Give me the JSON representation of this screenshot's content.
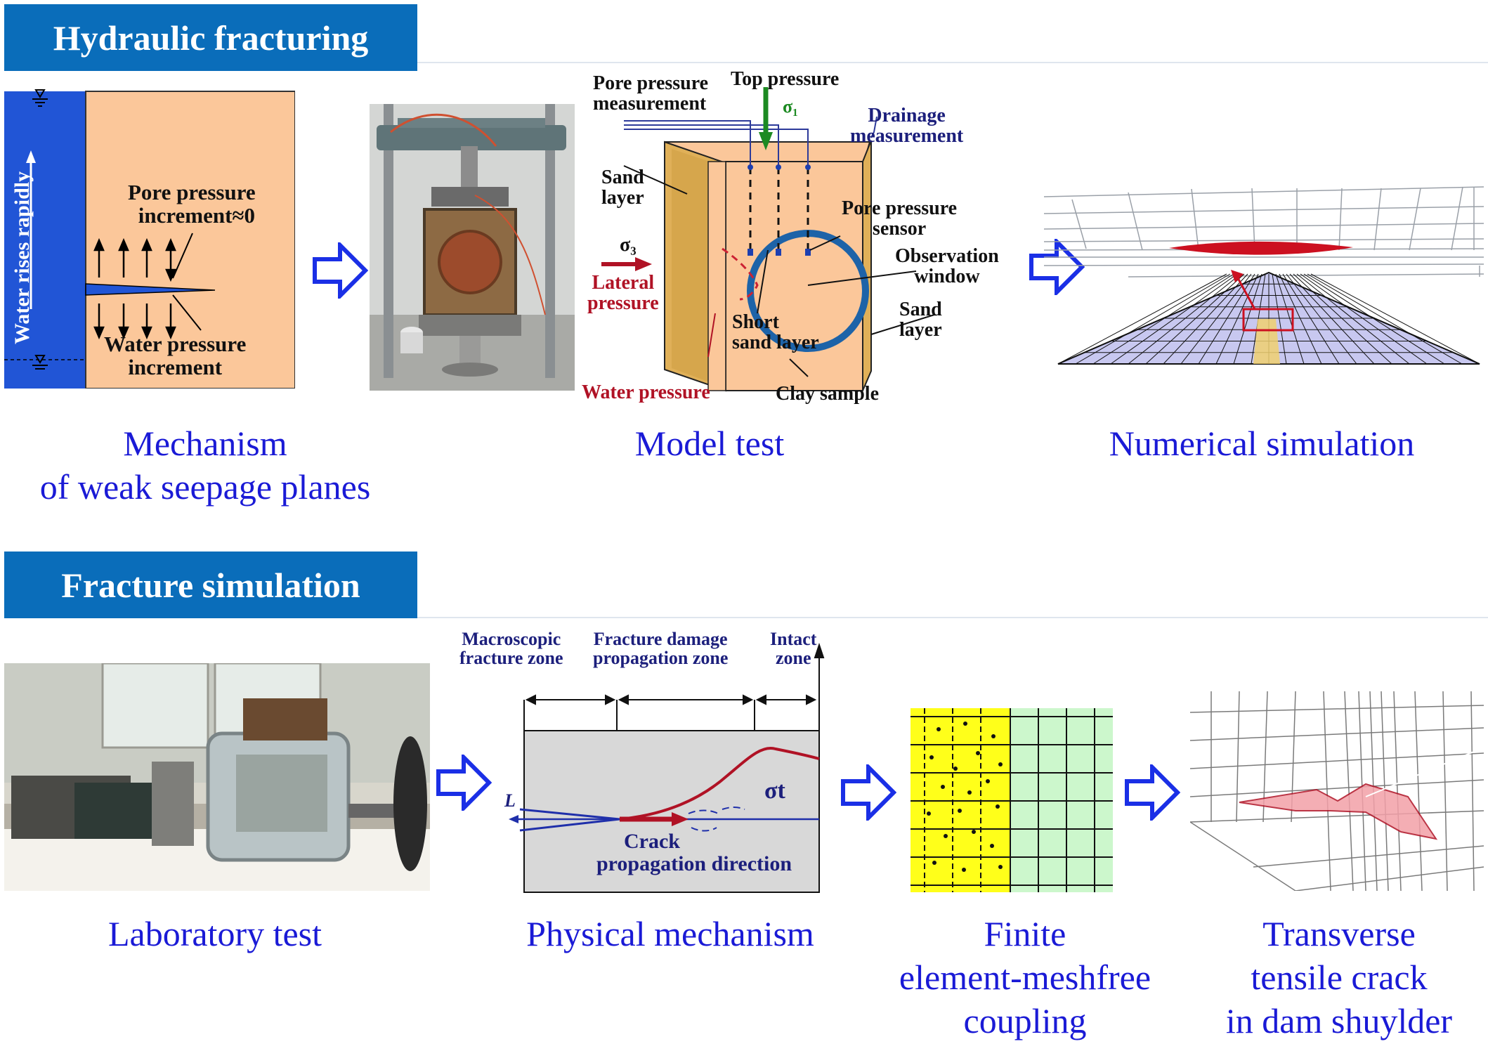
{
  "sections": {
    "hydraulic": {
      "title": "Hydraulic fracturing"
    },
    "fracture": {
      "title": "Fracture simulation"
    }
  },
  "captions": {
    "mechanism_line1": "Mechanism",
    "mechanism_line2": "of weak seepage planes",
    "model_test": "Model test",
    "numerical_simulation": "Numerical simulation",
    "laboratory_test": "Laboratory test",
    "physical_mechanism": "Physical mechanism",
    "finite_line1": "Finite",
    "finite_line2": "element-meshfree",
    "finite_line3": "coupling",
    "transverse_line1": "Transverse",
    "transverse_line2": "tensile crack",
    "transverse_line3": "in dam shuylder"
  },
  "mechanism_panel": {
    "water_rises": "Water rises rapidly",
    "pore_line1": "Pore pressure",
    "pore_line2": "increment≈0",
    "water_line1": "Water pressure",
    "water_line2": "increment"
  },
  "model_panel": {
    "pore_measure_line1": "Pore pressure",
    "pore_measure_line2": "measurement",
    "top_pressure": "Top pressure",
    "sigma1": "σ₁",
    "drainage_line1": "Drainage",
    "drainage_line2": "measurement",
    "sand_layer_line1": "Sand",
    "sand_layer_line2": "layer",
    "sigma3": "σ₃",
    "lateral_line1": "Lateral",
    "lateral_line2": "pressure",
    "pore_sensor_line1": "Pore pressure",
    "pore_sensor_line2": "sensor",
    "observation_line1": "Observation",
    "observation_line2": "window",
    "sand_right_line1": "Sand",
    "sand_right_line2": "layer",
    "short_sand_line1": "Short",
    "short_sand_line2": "sand layer",
    "water_pressure": "Water pressure",
    "clay_sample": "Clay sample"
  },
  "physical_panel": {
    "macro_line1": "Macroscopic",
    "macro_line2": "fracture zone",
    "damage_line1": "Fracture damage",
    "damage_line2": "propagation zone",
    "intact_line1": "Intact",
    "intact_line2": "zone",
    "axis_L": "L",
    "sigma_t": "σt",
    "crack_line1": "Crack",
    "crack_line2": "propagation direction"
  },
  "colors": {
    "banner": "#0a6dba",
    "caption_text": "#1a1ad6",
    "arrow": "#1a2fe6",
    "water": "#2155d6",
    "soil": "#fbc79a",
    "crack_red": "#cc1020",
    "meshfree_yellow": "#ffff1a",
    "mesh_green": "#ccf7cc"
  }
}
